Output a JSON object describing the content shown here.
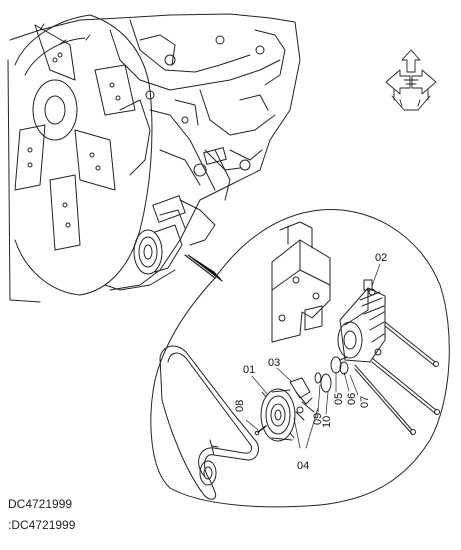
{
  "diagram": {
    "drawing_code": "DC4721999",
    "caption": ":DC4721999",
    "part_labels": {
      "p01": "01",
      "p02": "02",
      "p03": "03",
      "p04": "04",
      "p05": "05",
      "p06": "06",
      "p07": "07",
      "p08": "08",
      "p09": "09",
      "p10": "10"
    },
    "icons": [
      "orientation-arrows-icon"
    ]
  }
}
